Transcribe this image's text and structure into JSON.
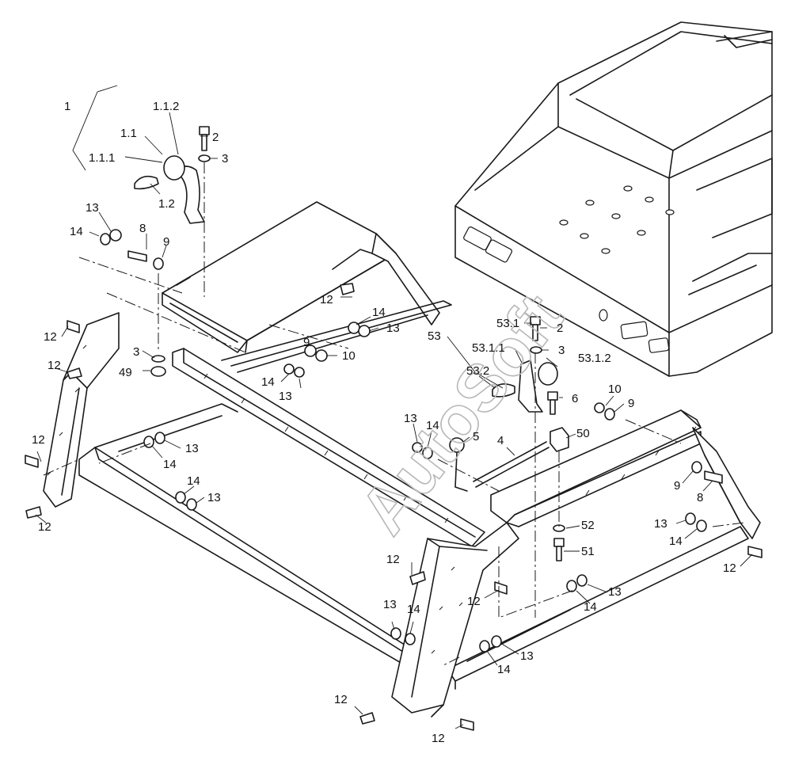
{
  "watermark": "AutoSoft",
  "callouts": [
    {
      "text": "1"
    },
    {
      "text": "1.1.2"
    },
    {
      "text": "1.1"
    },
    {
      "text": "1.1.1"
    },
    {
      "text": "2"
    },
    {
      "text": "3"
    },
    {
      "text": "1.2"
    },
    {
      "text": "13"
    },
    {
      "text": "14"
    },
    {
      "text": "8"
    },
    {
      "text": "9"
    },
    {
      "text": "12"
    },
    {
      "text": "14"
    },
    {
      "text": "13"
    },
    {
      "text": "12"
    },
    {
      "text": "9"
    },
    {
      "text": "10"
    },
    {
      "text": "3"
    },
    {
      "text": "49"
    },
    {
      "text": "12"
    },
    {
      "text": "14"
    },
    {
      "text": "13"
    },
    {
      "text": "12"
    },
    {
      "text": "13"
    },
    {
      "text": "14"
    },
    {
      "text": "14"
    },
    {
      "text": "13"
    },
    {
      "text": "12"
    },
    {
      "text": "53.1"
    },
    {
      "text": "2"
    },
    {
      "text": "53"
    },
    {
      "text": "53.1.1"
    },
    {
      "text": "3"
    },
    {
      "text": "53.1.2"
    },
    {
      "text": "53.2"
    },
    {
      "text": "6"
    },
    {
      "text": "10"
    },
    {
      "text": "9"
    },
    {
      "text": "13"
    },
    {
      "text": "14"
    },
    {
      "text": "5"
    },
    {
      "text": "50"
    },
    {
      "text": "4"
    },
    {
      "text": "9"
    },
    {
      "text": "8"
    },
    {
      "text": "52"
    },
    {
      "text": "51"
    },
    {
      "text": "13"
    },
    {
      "text": "14"
    },
    {
      "text": "12"
    },
    {
      "text": "12"
    },
    {
      "text": "12"
    },
    {
      "text": "13"
    },
    {
      "text": "14"
    },
    {
      "text": "13"
    },
    {
      "text": "14"
    },
    {
      "text": "13"
    },
    {
      "text": "14"
    },
    {
      "text": "12"
    },
    {
      "text": "12"
    }
  ]
}
